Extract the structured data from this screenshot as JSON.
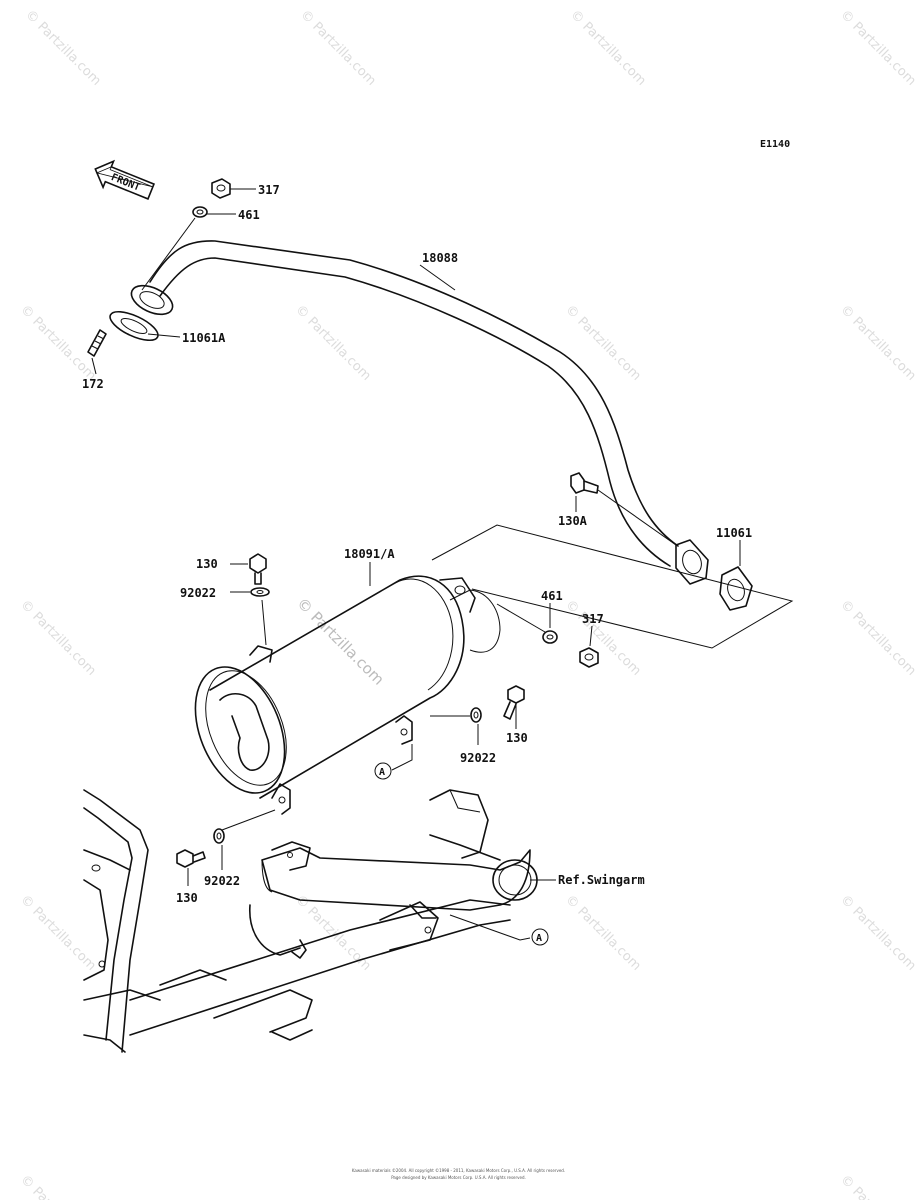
{
  "diagram_code": "E1140",
  "front_label": "FRONT",
  "watermark": "© Partzilla.com",
  "callouts": {
    "nut_317_top": "317",
    "washer_461_top": "461",
    "pipe_18088": "18088",
    "gasket_11061A": "11061A",
    "stud_172": "172",
    "bolt_130A": "130A",
    "gasket_11061": "11061",
    "bolt_130_top": "130",
    "washer_92022_top": "92022",
    "muffler_18091A": "18091/A",
    "washer_461_right": "461",
    "nut_317_right": "317",
    "bolt_130_right": "130",
    "washer_92022_right": "92022",
    "ref_A_upper": "A",
    "ref_A_lower": "A",
    "washer_92022_bottom": "92022",
    "bolt_130_bottom": "130",
    "ref_swingarm": "Ref.Swingarm"
  },
  "footer": {
    "line1": "Kawasaki materials ©2004. All copyright ©1998 - 2011, Kawasaki Motors Corp., U.S.A. All rights reserved.",
    "line2": "Page designed by Kawasaki Motors Corp. U.S.A. All rights reserved."
  }
}
